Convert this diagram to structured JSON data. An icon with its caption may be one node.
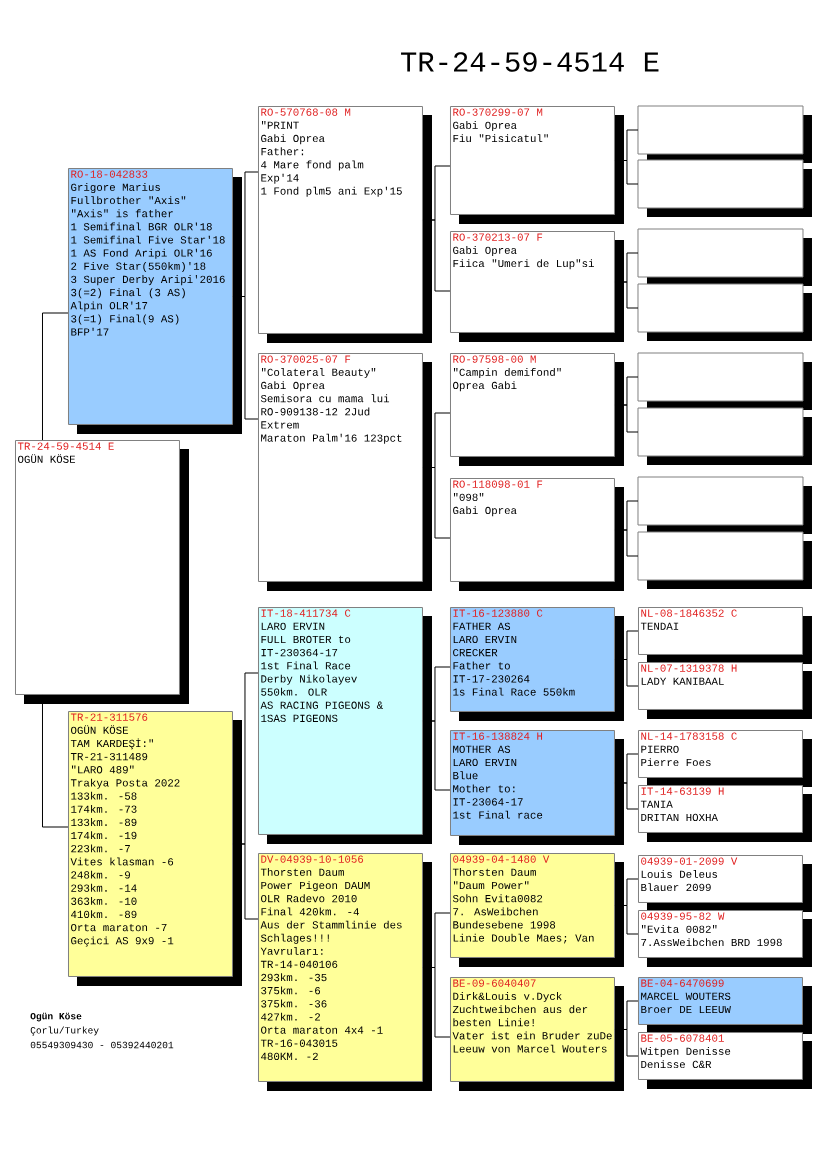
{
  "diagram": {
    "title": "TR-24-59-4514 E",
    "nodes": [
      {
        "text": [
          "TR-24-59-4514 E",
          "OGÜN KÖSE"
        ]
      },
      {
        "text": [
          "RO-18-042833",
          "Grigore Marius",
          "Fullbrother \"Axis\"",
          "\"Axis\" is father",
          "1 Semifinal BGR OLR'18",
          "1 Semifinal Five Star'18",
          "1 AS Fond Aripi OLR'16",
          "2 Five Star(550km)'18",
          "3 Super Derby Aripi'2016",
          "3(=2) Final (3 AS)",
          "Alpin OLR'17",
          "3(=1) Final(9 AS)",
          "BFP'17"
        ]
      },
      {
        "text": [
          "TR-21-311576",
          "OGÜN KÖSE",
          "TAM KARDEŞİ:\"",
          "TR-21-311489",
          "\"LARO 489\"",
          "Trakya Posta 2022",
          "133km. -58",
          "174km. -73",
          "133km. -89",
          "174km. -19",
          "223km. -7",
          "Vites klasman -6",
          "248km. -9",
          "293km. -14",
          "363km. -10",
          "410km. -89",
          "Orta maraton -7",
          "Geçici AS 9x9 -1"
        ]
      },
      {
        "text": [
          "RO-570768-08 M",
          "\"PRINT",
          "Gabi Oprea",
          "Father:",
          "4 Mare fond palm",
          "Exp'14",
          "1 Fond plm5 ani Exp'15"
        ]
      },
      {
        "text": [
          "RO-370025-07 F",
          "\"Colateral Beauty\"",
          "Gabi Oprea",
          "Semisora cu mama lui",
          "RO-909138-12 2Jud",
          "Extrem",
          "Maraton Palm'16 123pct"
        ]
      },
      {
        "text": [
          "IT-18-411734 C",
          "LARO ERVIN",
          "FULL BROTER to",
          "IT-230364-17",
          "1st Final Race",
          "Derby Nikolayev",
          "550km. OLR",
          "AS RACING PIGEONS &",
          "1SAS PIGEONS"
        ]
      },
      {
        "text": [
          "DV-04939-10-1056",
          "Thorsten Daum",
          "Power Pigeon DAUM",
          "OLR Radevo 2010",
          "Final 420km. -4",
          "Aus der Stammlinie des Schlages!!!",
          "Yavruları:",
          "TR-14-040106",
          "293km. -35",
          "375km. -6",
          "375km. -36",
          "427km. -2",
          "Orta maraton 4x4 -1",
          "TR-16-043015",
          "480KM. -2"
        ]
      },
      {
        "text": [
          "RO-370299-07 M",
          "Gabi Oprea",
          "Fiu \"Pisicatul\""
        ]
      },
      {
        "text": [
          "RO-370213-07 F",
          "Gabi Oprea",
          "Fiica \"Umeri de Lup\"si"
        ]
      },
      {
        "text": [
          "RO-97598-00 M",
          "\"Campin demifond\"",
          "Oprea Gabi"
        ]
      },
      {
        "text": [
          "RO-118098-01 F",
          "\"098\"",
          "Gabi Oprea"
        ]
      },
      {
        "text": [
          "IT-16-123880 C",
          "FATHER AS",
          "LARO ERVIN",
          "CRECKER",
          "Father to",
          "IT-17-230264",
          "1s Final Race 550km"
        ]
      },
      {
        "text": [
          "IT-16-138824 H",
          "MOTHER AS",
          "LARO ERVIN",
          "Blue",
          "Mother to:",
          "IT-23064-17",
          "1st Final race"
        ]
      },
      {
        "text": [
          "04939-04-1480 V",
          "Thorsten Daum",
          "\"Daum Power\"",
          "Sohn Evita0082",
          "7. AsWeibchen",
          "Bundesebene 1998",
          "Linie Double Maes; Van"
        ]
      },
      {
        "text": [
          "BE-09-6040407",
          "Dirk&Louis v.Dyck",
          "Zuchtweibchen aus der besten Linie!",
          "Vater ist ein Bruder zuDe Leeuw von Marcel Wouters"
        ]
      },
      {
        "text": [],
        "shape": "box"
      },
      {
        "text": [],
        "shape": "box"
      },
      {
        "text": [],
        "shape": "box"
      },
      {
        "text": [],
        "shape": "box"
      },
      {
        "text": [],
        "shape": "box"
      },
      {
        "text": [],
        "shape": "box"
      },
      {
        "text": [],
        "shape": "box"
      },
      {
        "text": [],
        "shape": "box"
      },
      {
        "text": [
          "NL-08-1846352 C",
          "TENDAI"
        ]
      },
      {
        "text": [
          "NL-07-1319378 H",
          "LADY KANIBAAL"
        ]
      },
      {
        "text": [
          "NL-14-1783158 C",
          "PIERRO",
          "Pierre Foes"
        ]
      },
      {
        "text": [
          "IT-14-63139 H",
          "TANIA",
          "DRITAN HOXHA"
        ]
      },
      {
        "text": [
          "04939-01-2099 V",
          "Louis Deleus",
          "Blauer 2099"
        ]
      },
      {
        "text": [
          "04939-95-82 W",
          "\"Evita 0082\"",
          "7.AssWeibchen BRD 1998"
        ]
      },
      {
        "text": [
          "BE-04-6470699",
          "MARCEL WOUTERS",
          "Broer DE LEEUW"
        ]
      },
      {
        "text": [
          "BE-05-6078401",
          "Witpen Denisse",
          "Denisse C&R"
        ]
      }
    ],
    "edges": [
      {
        "from": 0,
        "to": 1,
        "arrow": "none"
      },
      {
        "from": 0,
        "to": 2,
        "arrow": "none"
      },
      {
        "from": 1,
        "to": 3,
        "arrow": "none"
      },
      {
        "from": 1,
        "to": 4,
        "arrow": "none"
      },
      {
        "from": 2,
        "to": 5,
        "arrow": "none"
      },
      {
        "from": 2,
        "to": 6,
        "arrow": "none"
      },
      {
        "from": 3,
        "to": 7,
        "arrow": "none"
      },
      {
        "from": 3,
        "to": 8,
        "arrow": "none"
      },
      {
        "from": 4,
        "to": 9,
        "arrow": "none"
      },
      {
        "from": 4,
        "to": 10,
        "arrow": "none"
      },
      {
        "from": 5,
        "to": 11,
        "arrow": "none"
      },
      {
        "from": 5,
        "to": 12,
        "arrow": "none"
      },
      {
        "from": 6,
        "to": 13,
        "arrow": "none"
      },
      {
        "from": 6,
        "to": 14,
        "arrow": "none"
      },
      {
        "from": 7,
        "to": 15,
        "arrow": "none"
      },
      {
        "from": 7,
        "to": 16,
        "arrow": "none"
      },
      {
        "from": 8,
        "to": 17,
        "arrow": "none"
      },
      {
        "from": 8,
        "to": 18,
        "arrow": "none"
      },
      {
        "from": 9,
        "to": 19,
        "arrow": "none"
      },
      {
        "from": 9,
        "to": 20,
        "arrow": "none"
      },
      {
        "from": 10,
        "to": 21,
        "arrow": "none"
      },
      {
        "from": 10,
        "to": 22,
        "arrow": "none"
      },
      {
        "from": 11,
        "to": 23,
        "arrow": "none"
      },
      {
        "from": 11,
        "to": 24,
        "arrow": "none"
      },
      {
        "from": 12,
        "to": 25,
        "arrow": "none"
      },
      {
        "from": 12,
        "to": 26,
        "arrow": "none"
      },
      {
        "from": 13,
        "to": 27,
        "arrow": "none"
      },
      {
        "from": 13,
        "to": 28,
        "arrow": "none"
      },
      {
        "from": 14,
        "to": 29,
        "arrow": "none"
      },
      {
        "from": 14,
        "to": 30,
        "arrow": "none"
      }
    ],
    "labels": [
      "Ogün Köse",
      "Çorlu/Turkey",
      "05549309430 - 05392440201"
    ]
  }
}
